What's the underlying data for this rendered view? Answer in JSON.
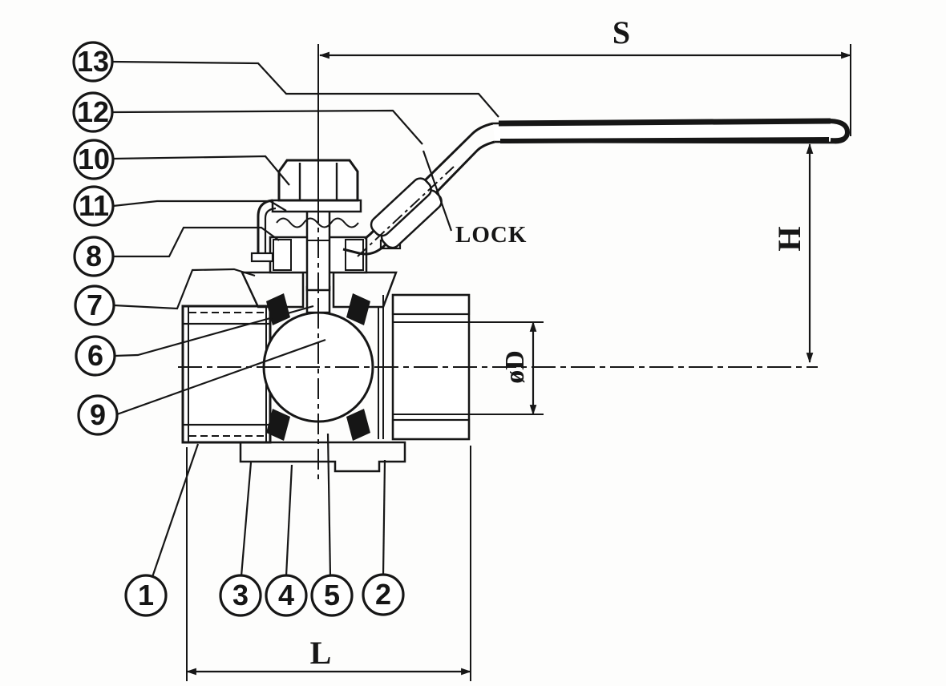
{
  "page": {
    "background": "#fdfdfc",
    "ink_color": "#161616",
    "figure_kind": "ball-valve sectional assembly drawing"
  },
  "dimension_labels": {
    "span": "S",
    "height": "H",
    "length": "L",
    "bore": "øD"
  },
  "lock_label": "LOCK",
  "callouts": {
    "left_column": [
      "13",
      "12",
      "10",
      "11",
      "8",
      "7",
      "6",
      "9"
    ],
    "bottom_row": [
      "1",
      "3",
      "4",
      "5",
      "2"
    ]
  }
}
